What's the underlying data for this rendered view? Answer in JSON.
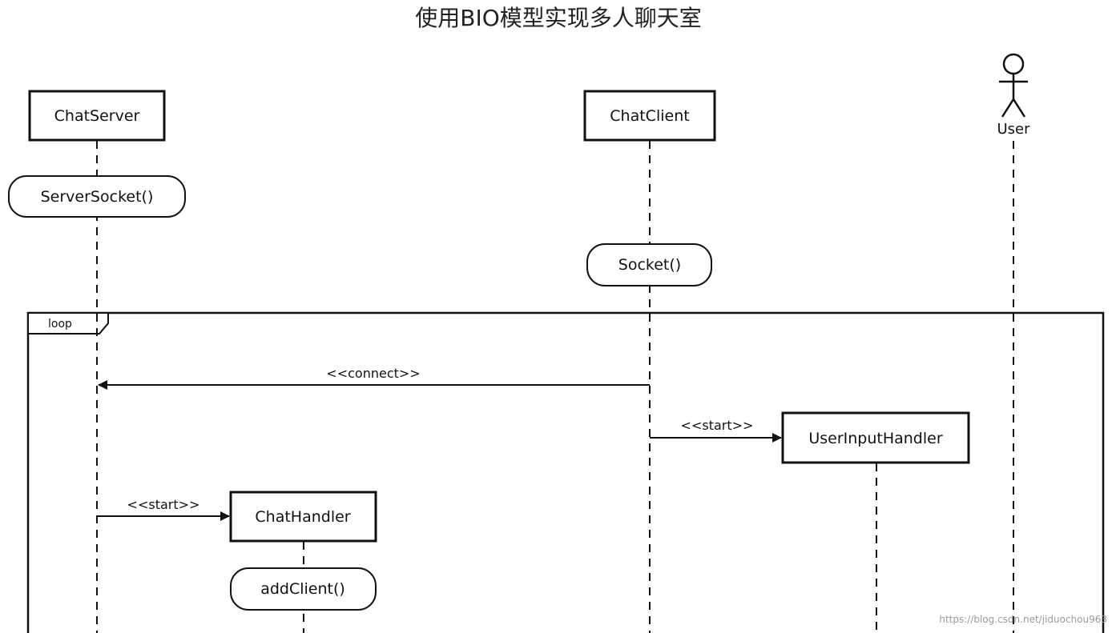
{
  "title": "使用BIO模型实现多人聊天室",
  "participants": {
    "chat_server": "ChatServer",
    "chat_client": "ChatClient",
    "user": "User",
    "user_input_handler": "UserInputHandler",
    "chat_handler": "ChatHandler"
  },
  "calls": {
    "server_socket": "ServerSocket()",
    "socket": "Socket()",
    "add_client": "addClient()"
  },
  "frame": {
    "label": "loop"
  },
  "messages": {
    "connect": "<<connect>>",
    "client_start": "<<start>>",
    "server_start": "<<start>>"
  },
  "watermark_url": "https://blog.csdn.net/jiduochou963"
}
